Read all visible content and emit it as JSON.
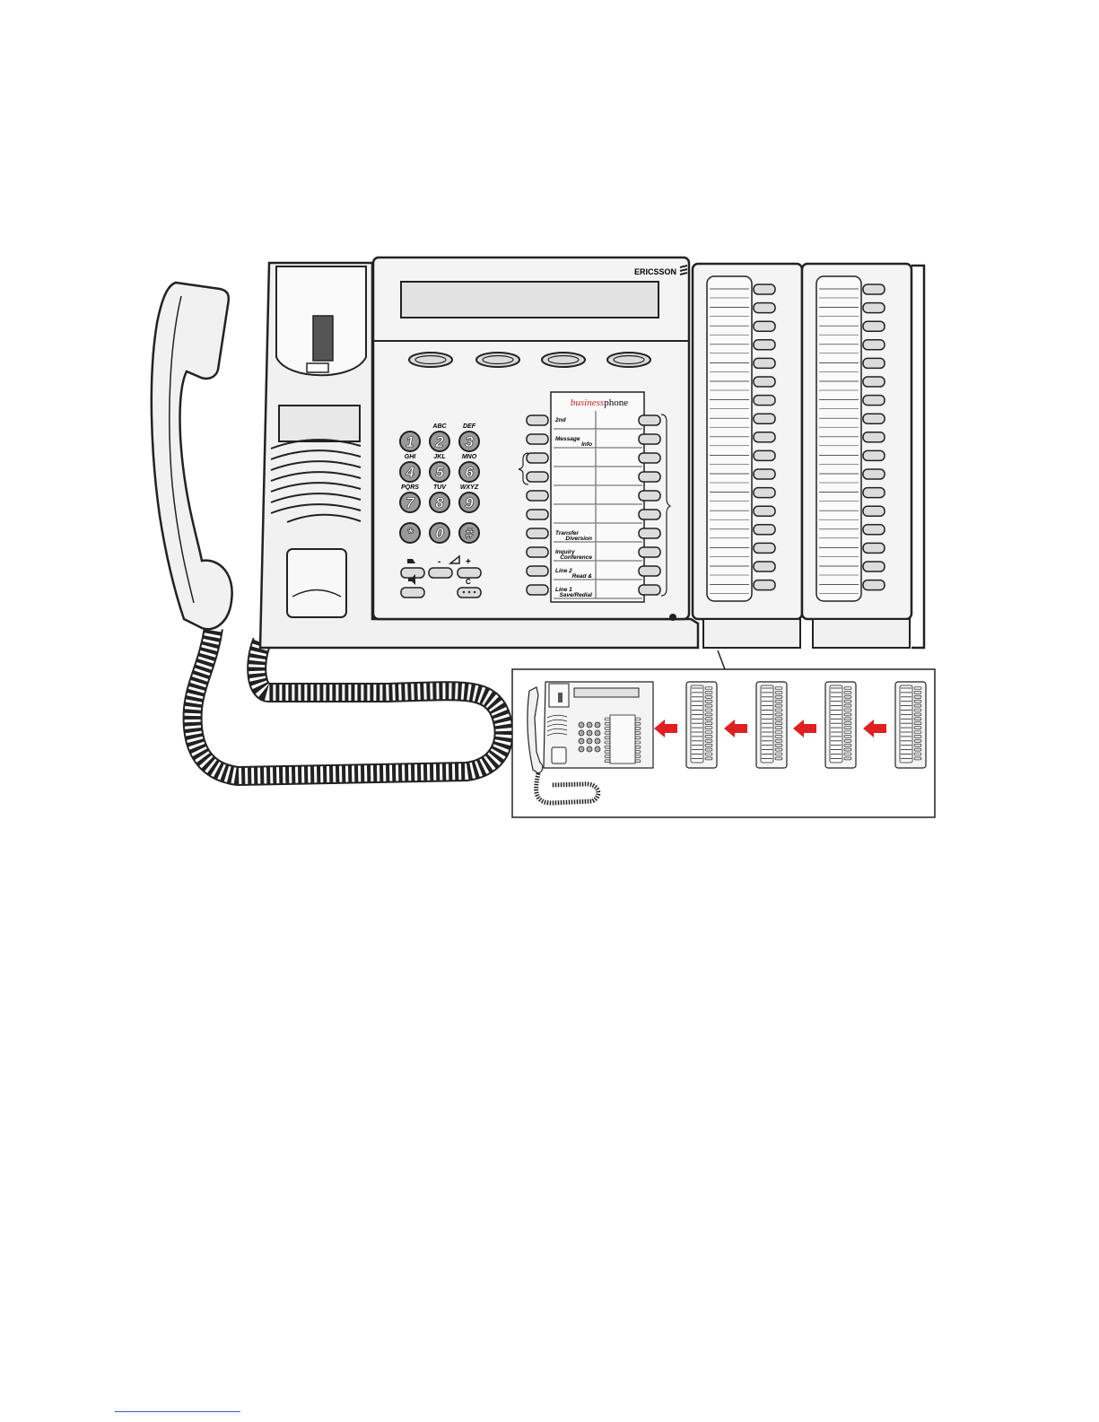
{
  "brand": {
    "maker": "ERICSSON",
    "logo_icon": "ericsson-stripes-icon",
    "product_prefix": "business",
    "product_suffix": "phone",
    "product_prefix_color": "#cc2222"
  },
  "keypad": [
    {
      "digit": "1",
      "letters": ""
    },
    {
      "digit": "2",
      "letters": "ABC"
    },
    {
      "digit": "3",
      "letters": "DEF"
    },
    {
      "digit": "4",
      "letters": "GHI"
    },
    {
      "digit": "5",
      "letters": "JKL"
    },
    {
      "digit": "6",
      "letters": "MNO"
    },
    {
      "digit": "7",
      "letters": "PQRS"
    },
    {
      "digit": "8",
      "letters": "TUV"
    },
    {
      "digit": "9",
      "letters": "WXYZ"
    },
    {
      "digit": "*",
      "letters": ""
    },
    {
      "digit": "0",
      "letters": ""
    },
    {
      "digit": "#",
      "letters": ""
    }
  ],
  "volume": {
    "minus": "-",
    "plus": "+"
  },
  "clear_label": "C",
  "function_labels": [
    {
      "left": "2nd",
      "right": ""
    },
    {
      "left": "Message",
      "right": "Info"
    },
    {
      "left": "",
      "right": ""
    },
    {
      "left": "",
      "right": ""
    },
    {
      "left": "",
      "right": ""
    },
    {
      "left": "",
      "right": ""
    },
    {
      "left": "Transfer",
      "right": "Diversion"
    },
    {
      "left": "Inquiry",
      "right": "Conference"
    },
    {
      "left": "Line 2",
      "right": "Read &"
    },
    {
      "left": "Line 1",
      "right": "Save/Redial"
    }
  ],
  "colors": {
    "line": "#222222",
    "body": "#f1f1f1",
    "display": "#e2e2e2",
    "button": "#dcdcdc",
    "arrow": "#e02020"
  },
  "inset": {
    "key_panels": 4,
    "arrows": 4
  }
}
